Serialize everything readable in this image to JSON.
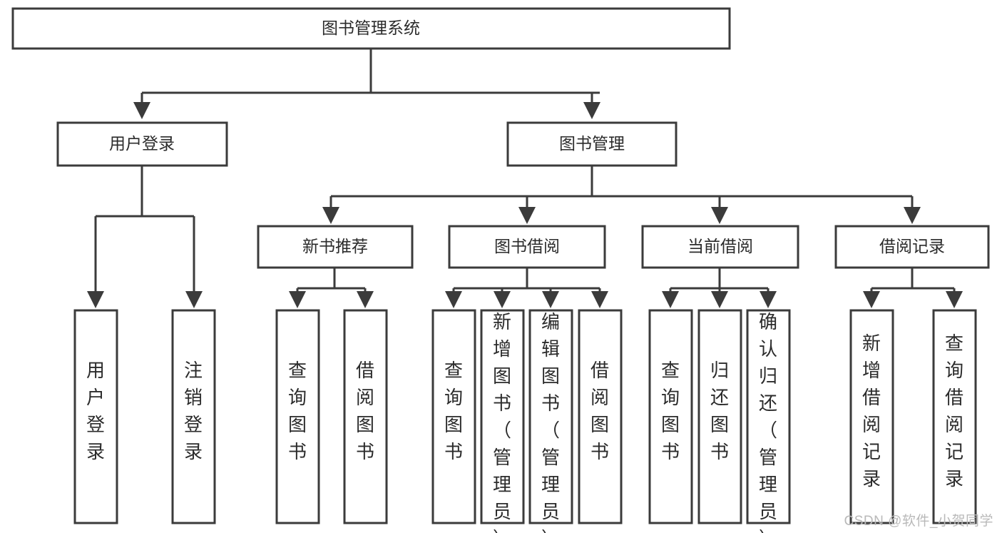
{
  "diagram": {
    "type": "tree-hierarchy-diagram",
    "title": "图书管理系统",
    "orientation": "top-down",
    "colors": {
      "box_fill": "#ffffff",
      "box_stroke": "#3b3b3b",
      "text": "#2b2b2b",
      "background": "#ffffff",
      "watermark": "#b9b9b9"
    },
    "levels": {
      "root": {
        "label": "图书管理系统"
      },
      "level2": [
        {
          "id": "user-login",
          "label": "用户登录"
        },
        {
          "id": "book-management",
          "label": "图书管理"
        }
      ],
      "level3": [
        {
          "id": "new-book-recommend",
          "label": "新书推荐",
          "parent": "book-management"
        },
        {
          "id": "book-borrow",
          "label": "图书借阅",
          "parent": "book-management"
        },
        {
          "id": "current-borrow",
          "label": "当前借阅",
          "parent": "book-management"
        },
        {
          "id": "borrow-record",
          "label": "借阅记录",
          "parent": "book-management"
        }
      ],
      "leaves": [
        {
          "id": "leaf-user-login",
          "label": "用户登录",
          "parent": "user-login"
        },
        {
          "id": "leaf-logout-login",
          "label": "注销登录",
          "parent": "user-login"
        },
        {
          "id": "leaf-query-book-1",
          "label": "查询图书",
          "parent": "new-book-recommend"
        },
        {
          "id": "leaf-borrow-book-1",
          "label": "借阅图书",
          "parent": "new-book-recommend"
        },
        {
          "id": "leaf-query-book-2",
          "label": "查询图书",
          "parent": "book-borrow"
        },
        {
          "id": "leaf-add-book",
          "label": "新增图书（管理员）",
          "parent": "book-borrow"
        },
        {
          "id": "leaf-edit-book",
          "label": "编辑图书（管理员）",
          "parent": "book-borrow"
        },
        {
          "id": "leaf-borrow-book-2",
          "label": "借阅图书",
          "parent": "book-borrow"
        },
        {
          "id": "leaf-query-book-3",
          "label": "查询图书",
          "parent": "current-borrow"
        },
        {
          "id": "leaf-return-book",
          "label": "归还图书",
          "parent": "current-borrow"
        },
        {
          "id": "leaf-confirm-return",
          "label": "确认归还（管理员）",
          "parent": "current-borrow"
        },
        {
          "id": "leaf-add-record",
          "label": "新增借阅记录",
          "parent": "borrow-record"
        },
        {
          "id": "leaf-query-record",
          "label": "查询借阅记录",
          "parent": "borrow-record"
        }
      ]
    }
  },
  "watermark": {
    "label": "CSDN @软件_小贺同学"
  }
}
